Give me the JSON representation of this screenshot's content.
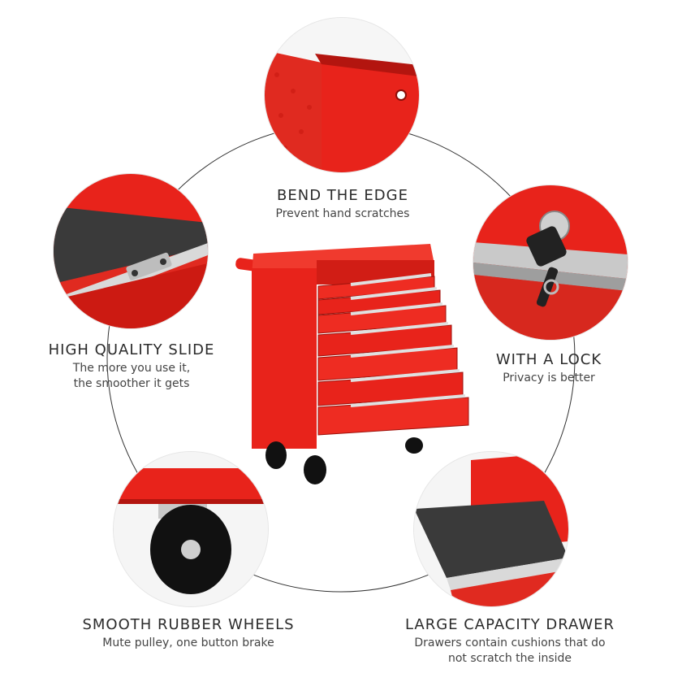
{
  "features": {
    "bend_edge": {
      "title": "BEND THE EDGE",
      "desc": [
        "Prevent hand scratches"
      ]
    },
    "lock": {
      "title": "WITH A LOCK",
      "desc": [
        "Privacy is better"
      ]
    },
    "slide": {
      "title": "HIGH QUALITY SLIDE",
      "desc": [
        "The more you use it,",
        "the smoother it gets"
      ]
    },
    "wheels": {
      "title": "SMOOTH RUBBER WHEELS",
      "desc": [
        "Mute pulley, one button brake"
      ]
    },
    "drawer": {
      "title": "LARGE CAPACITY DRAWER",
      "desc": [
        "Drawers contain cushions that do",
        "not scratch the inside"
      ]
    }
  },
  "colors": {
    "cabinet_red": "#e8231b",
    "dark_red": "#b3150f",
    "chrome": "#d9d9d9"
  }
}
